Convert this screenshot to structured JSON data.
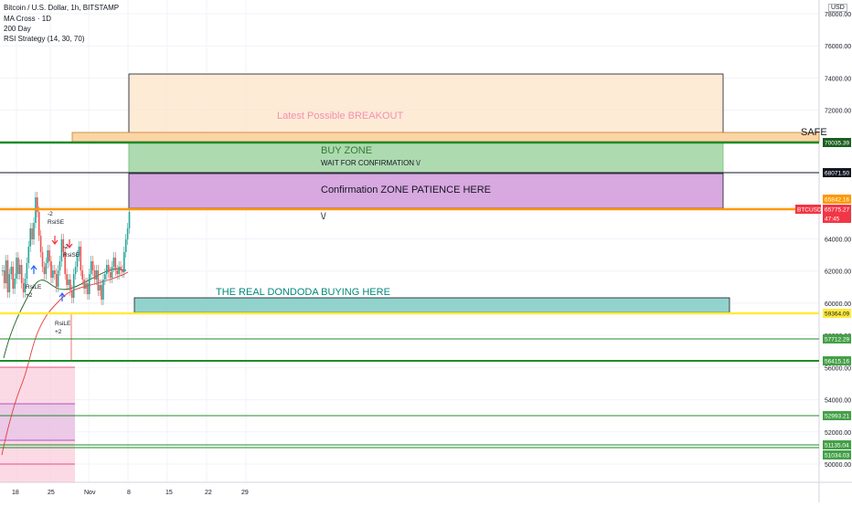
{
  "legend": {
    "symbol": "Bitcoin / U.S. Dollar, 1h, BITSTAMP",
    "indicators": [
      "MA Cross · 1D",
      "200 Day",
      "RSI Strategy (14, 30, 70)"
    ]
  },
  "currency": "USD",
  "price_axis": {
    "ticks": [
      "78000.00",
      "76000.00",
      "74000.00",
      "72000.00",
      "70000.00",
      "68000.00",
      "66000.00",
      "64000.00",
      "62000.00",
      "60000.00",
      "58000.00",
      "56000.00",
      "54000.00",
      "52000.00",
      "50000.00"
    ],
    "tags": [
      {
        "label": "70035.39",
        "kind": "green-dark"
      },
      {
        "label": "68071.50",
        "kind": "black"
      },
      {
        "label": "65842.16",
        "kind": "orange"
      },
      {
        "label": "BTCUSD",
        "kind": "red"
      },
      {
        "label": "65775.27",
        "kind": "red"
      },
      {
        "label": "47:45",
        "kind": "red"
      },
      {
        "label": "59364.09",
        "kind": "yellow"
      },
      {
        "label": "57712.29",
        "kind": "green"
      },
      {
        "label": "56415.16",
        "kind": "green"
      },
      {
        "label": "52993.21",
        "kind": "green"
      },
      {
        "label": "51135.04",
        "kind": "green"
      },
      {
        "label": "51034.03",
        "kind": "green"
      }
    ]
  },
  "time_axis": {
    "labels": [
      "18",
      "25",
      "Nov",
      "8",
      "15",
      "22",
      "29"
    ]
  },
  "annotations": {
    "breakout": "Latest Possible BREAKOUT",
    "safe": "SAFE",
    "buy_zone": "BUY ZONE",
    "wait": "WAIT FOR CONFIRMATION  \\/",
    "confirmation": "Confirmation ZONE PATIENCE HERE",
    "arrow_text": "\\/",
    "real_buy": "THE REAL DONDODA BUYING HERE"
  },
  "signals": [
    {
      "label": "-2\nRsiSE",
      "kind": "sell"
    },
    {
      "label": "-2\nRsiSE",
      "kind": "sell"
    },
    {
      "label": "RsiLE\n+2",
      "kind": "buy"
    },
    {
      "label": "RsiLE\n+2",
      "kind": "buy"
    }
  ],
  "colors": {
    "green_line": "#1e8c2a",
    "yellow_line": "#ffeb3b",
    "orange_line": "#ff9800",
    "price_tag_red": "#f23645",
    "buy_zone": "#a5d6a7",
    "confirm_zone": "#d8a8e0",
    "breakout_zone": "#fde4c8",
    "real_buy_zone": "#80cbc4"
  }
}
